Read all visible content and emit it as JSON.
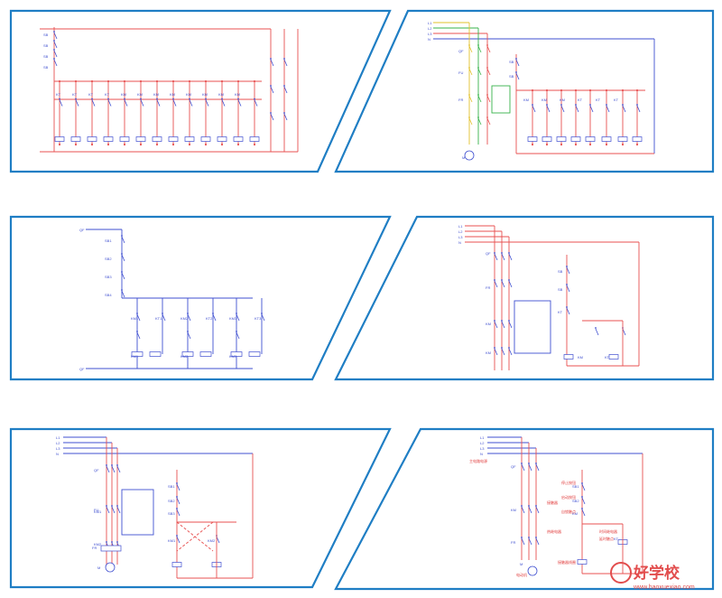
{
  "panels": [
    {
      "id": "p1",
      "labels": [
        "SB",
        "SB",
        "SB",
        "SB",
        "KT",
        "KT",
        "KT",
        "KT",
        "KM",
        "KM",
        "KM",
        "KM",
        "KM",
        "KM",
        "KM",
        "KM"
      ]
    },
    {
      "id": "p2",
      "labels": [
        "L1",
        "L2",
        "L3",
        "N",
        "QF",
        "FU",
        "FR",
        "SB",
        "SB",
        "KM",
        "KM",
        "KM",
        "KT",
        "KT",
        "KT",
        "M"
      ]
    },
    {
      "id": "p3",
      "labels": [
        "QF",
        "SB1",
        "SB2",
        "SB3",
        "SB4",
        "KM1",
        "KT1",
        "KM2",
        "KT2",
        "KM3",
        "KT3",
        "KM1",
        "KM2",
        "KM3",
        "QF"
      ]
    },
    {
      "id": "p4",
      "labels": [
        "L1",
        "L2",
        "L3",
        "N",
        "QF",
        "FR",
        "KM",
        "KM",
        "SB",
        "SB",
        "KT",
        "KM",
        "KT"
      ]
    },
    {
      "id": "p5",
      "labels": [
        "L1",
        "L2",
        "L3",
        "N",
        "QF",
        "FU",
        "KM1",
        "KM2",
        "FR",
        "M",
        "SB1",
        "SB2",
        "SB3",
        "KM1",
        "KM2"
      ]
    },
    {
      "id": "p6",
      "labels": [
        "L1",
        "L2",
        "L3",
        "N",
        "QF",
        "KM",
        "FR",
        "M",
        "SB1",
        "SB2",
        "KM",
        "KT"
      ],
      "red_notes": [
        "主电路电源",
        "接触器",
        "热继电器",
        "电动机",
        "停止按钮",
        "启动按钮",
        "自锁触点",
        "接触器线圈",
        "时间继电器",
        "延时触点"
      ]
    }
  ],
  "watermark": {
    "brand": "好学校",
    "url": "www.haoxuexiao.com"
  },
  "colors": {
    "frame": "#1f7ec4",
    "wire_red": "#e85050",
    "wire_blue": "#3f4fd0"
  }
}
